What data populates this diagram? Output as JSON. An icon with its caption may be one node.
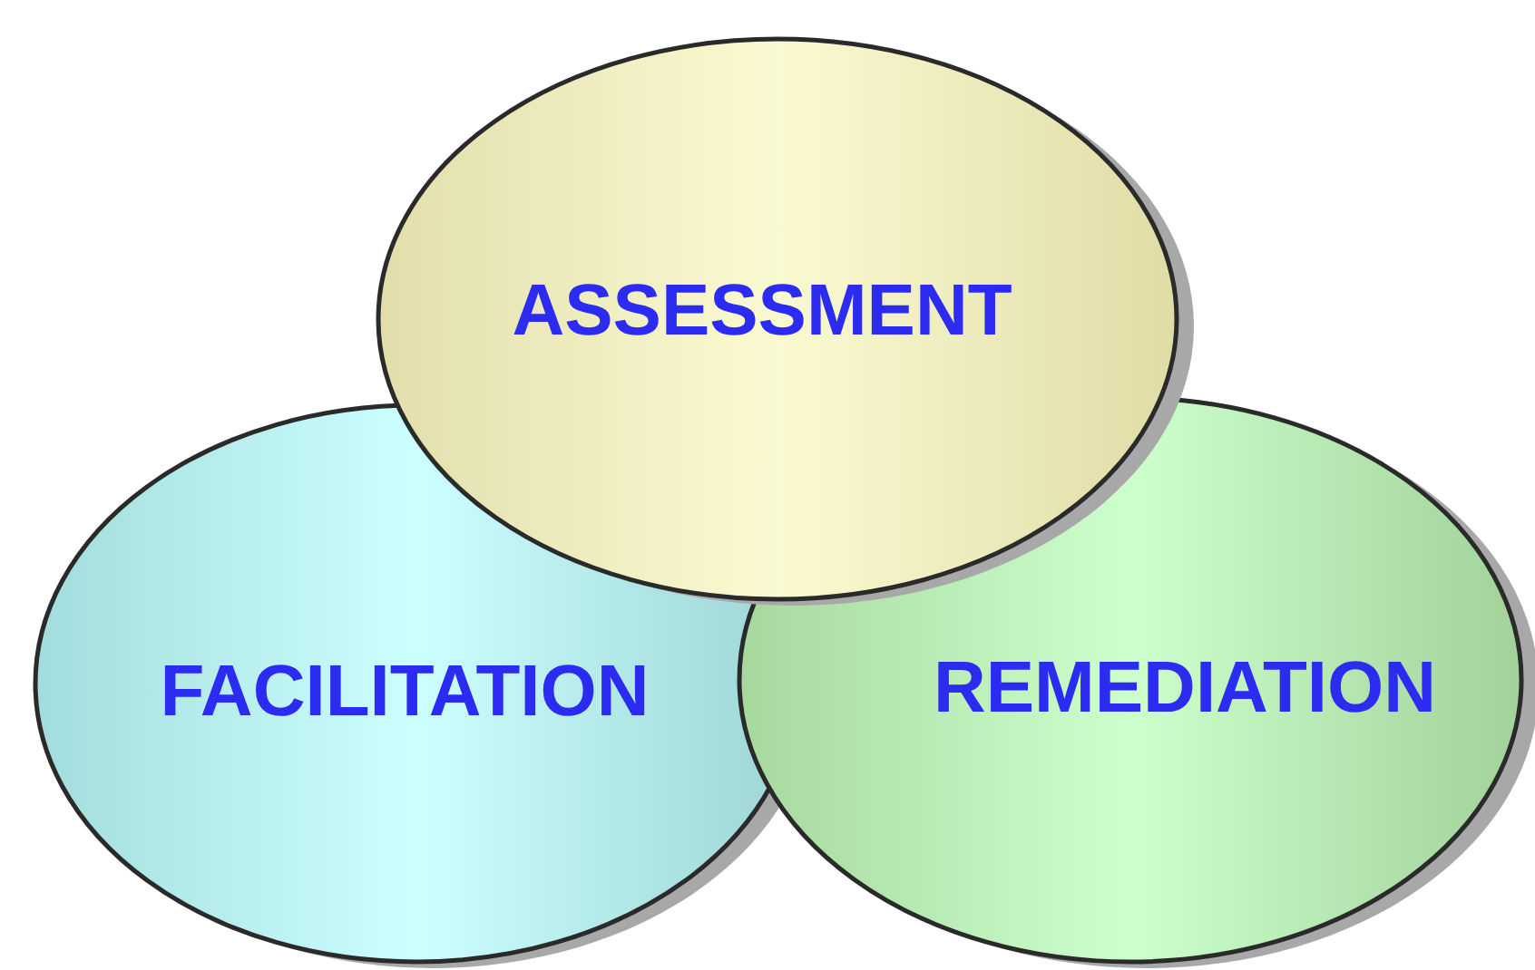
{
  "diagram": {
    "nodes": [
      {
        "text": [
          "ASSESSMENT"
        ]
      },
      {
        "text": [
          "FACILITATION"
        ]
      },
      {
        "text": [
          "REMEDIATION"
        ]
      }
    ]
  }
}
